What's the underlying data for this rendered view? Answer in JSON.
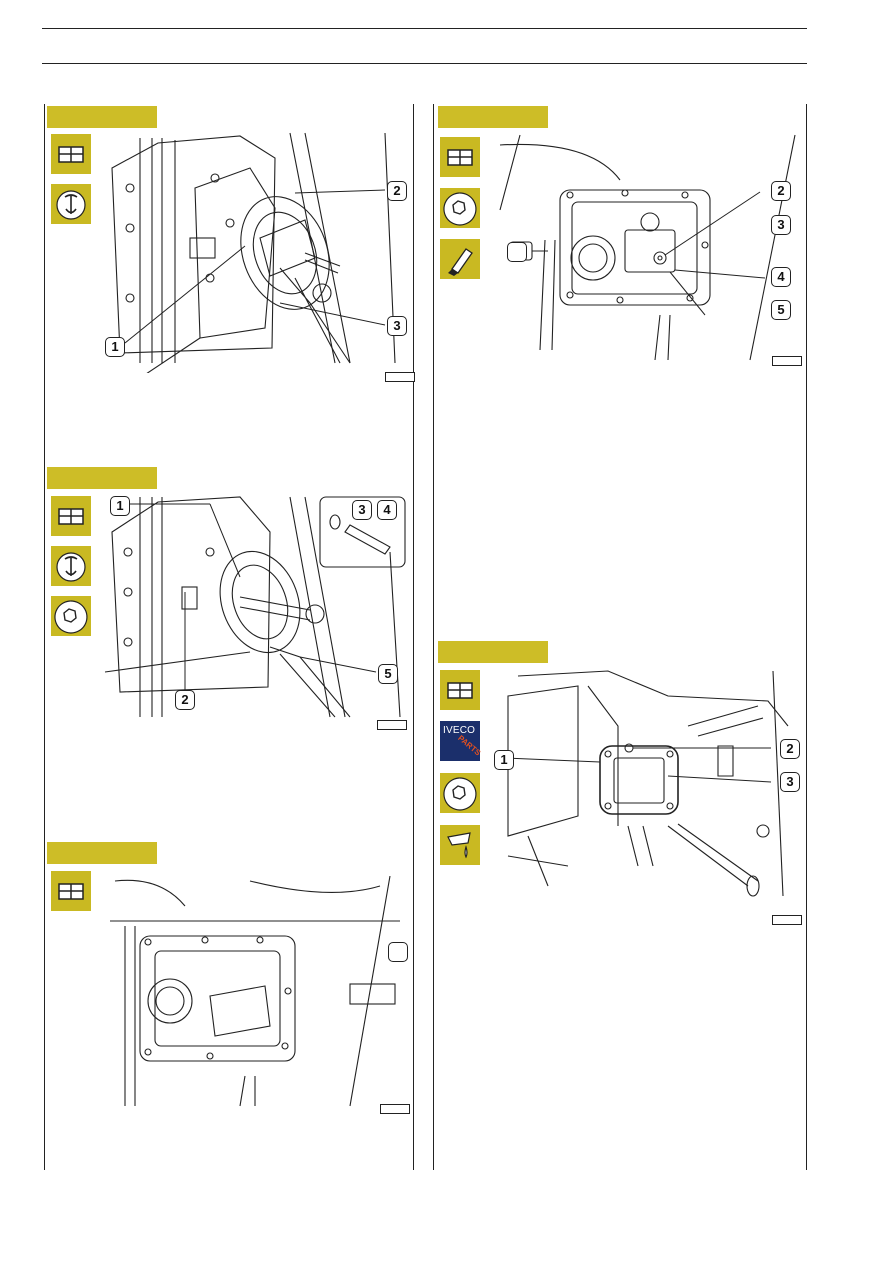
{
  "colors": {
    "tag": "#cdbd27",
    "icon": "#c9b922",
    "brand_blue": "#1b2f6b",
    "parts_red": "#e05020"
  },
  "figures": [
    {
      "id": "fig-top-left",
      "callouts": [
        "2",
        "3",
        "1"
      ]
    },
    {
      "id": "fig-mid-left",
      "callouts": [
        "1",
        "3",
        "4",
        "5",
        "2"
      ]
    },
    {
      "id": "fig-bottom-left",
      "callouts": [
        ""
      ]
    },
    {
      "id": "fig-top-right",
      "callouts": [
        "2",
        "3",
        "4",
        "5",
        ""
      ]
    },
    {
      "id": "fig-bottom-right",
      "callouts": [
        "2",
        "1",
        "3"
      ]
    }
  ],
  "icons": {
    "disassemble": "disassemble-icon",
    "extractor": "extractor-tool-icon",
    "hexnut": "hex-nut-icon",
    "sealant": "sealant-tube-icon",
    "oil": "oil-pour-icon"
  },
  "parts_logo": {
    "brand": "IVECO",
    "label": "PARTS"
  }
}
